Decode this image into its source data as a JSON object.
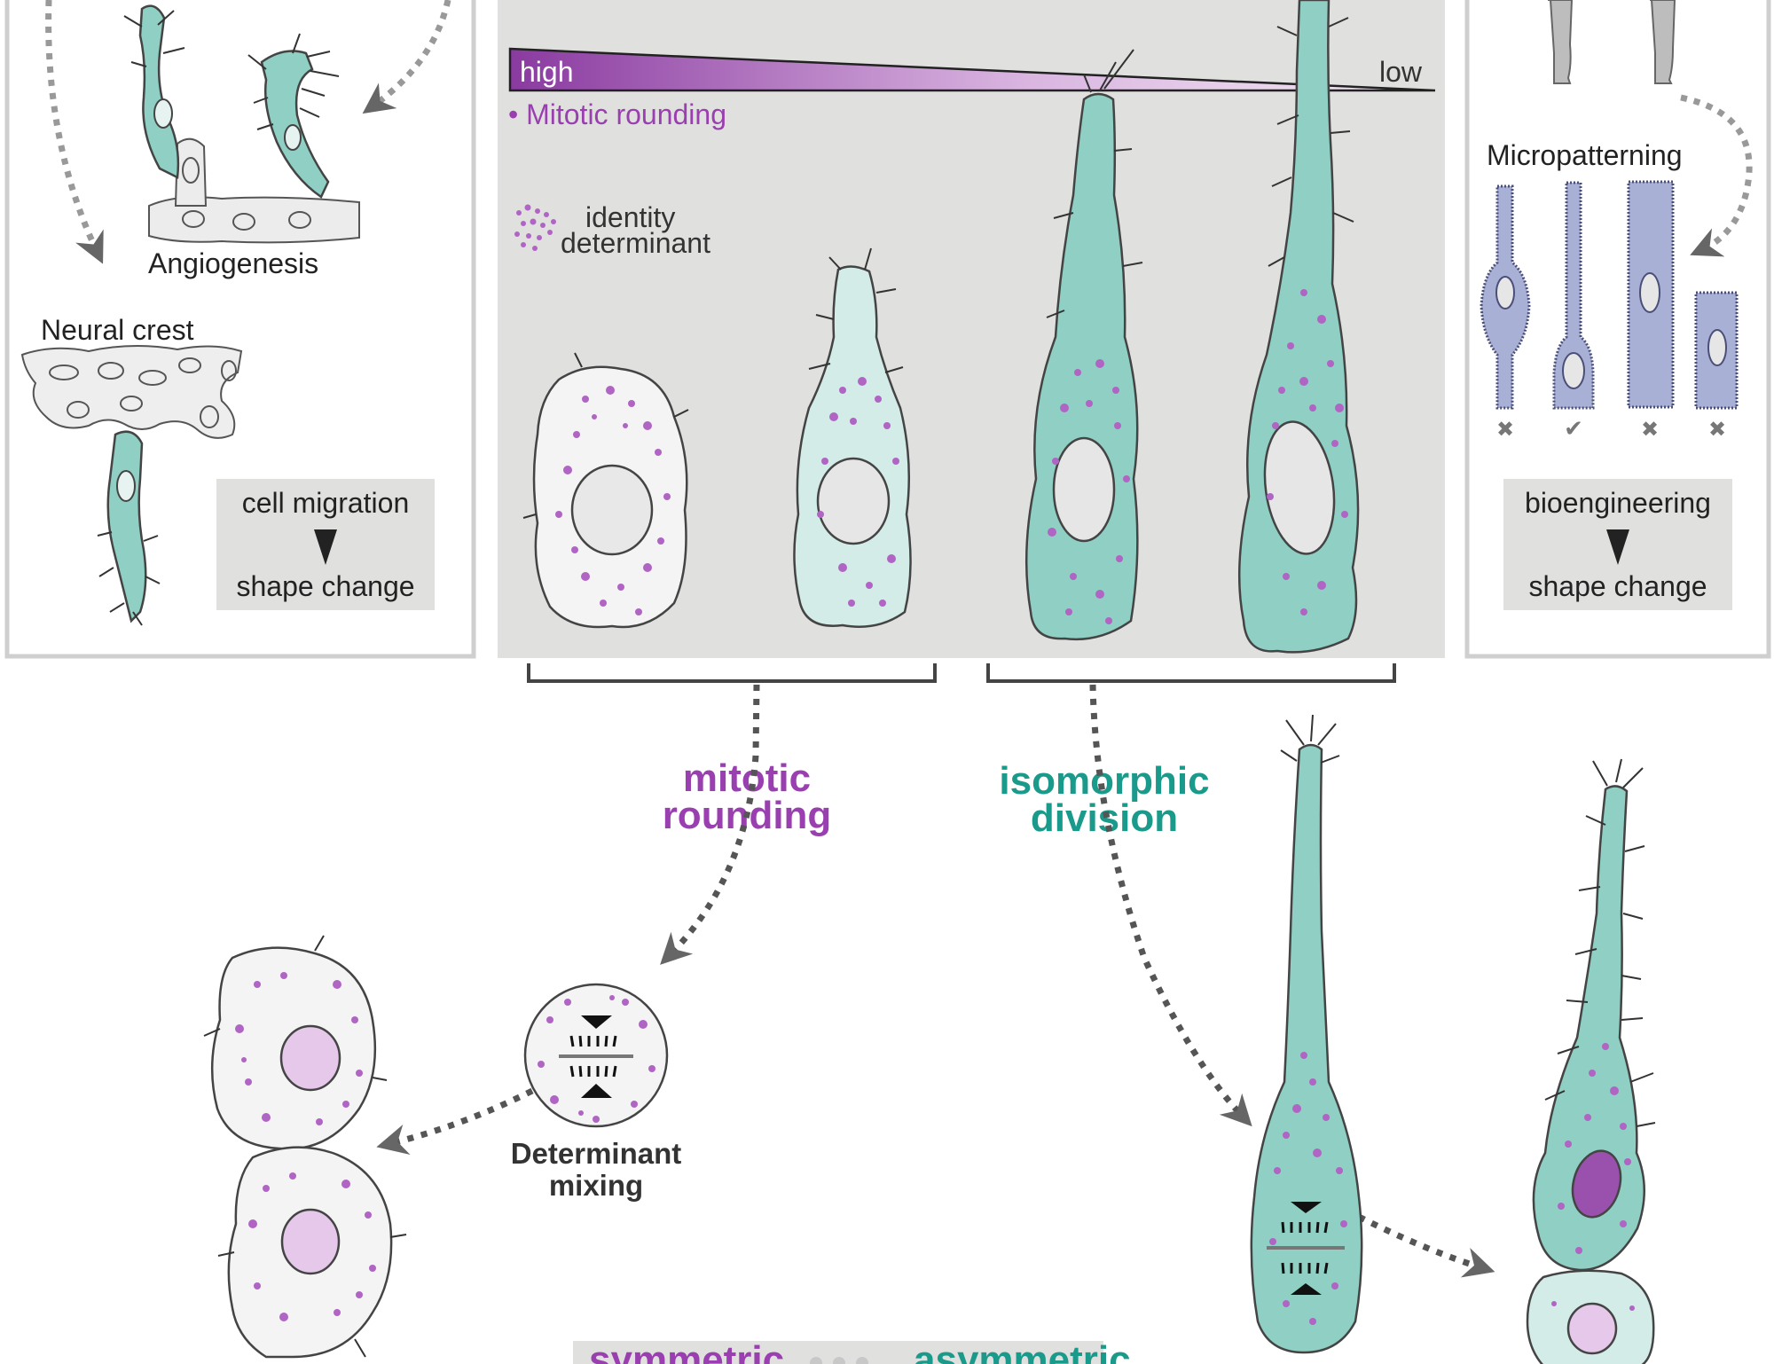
{
  "colors": {
    "teal": "#1a9a8a",
    "purple": "#9a3fb0",
    "cell_teal": "#8fcfc4",
    "cell_light_teal": "#d3ece8",
    "cell_white": "#f4f4f4",
    "panel_gray": "#e0e0df",
    "lavender": "#a9b0d6",
    "gradient_high": "#8a3aa0"
  },
  "left_panel": {
    "angiogenesis_label": "Angiogenesis",
    "neural_crest_label": "Neural crest",
    "box_top": "cell migration",
    "box_bottom": "shape change"
  },
  "center_panel": {
    "gradient_high": "high",
    "gradient_low": "low",
    "legend_mitotic_rounding": "• Mitotic rounding",
    "legend_identity_line1": "identity",
    "legend_identity_line2": "determinant"
  },
  "right_panel": {
    "micropatterning_label": "Micropatterning",
    "marks": [
      "✖",
      "✔",
      "✖",
      "✖"
    ],
    "box_top": "bioengineering",
    "box_bottom": "shape change"
  },
  "lower": {
    "mitotic_line1": "mitotic",
    "mitotic_line2": "rounding",
    "isomorphic_line1": "isomorphic",
    "isomorphic_line2": "division",
    "determinant_line1": "Determinant",
    "determinant_line2": "mixing",
    "symmetric_label": "symmetric",
    "asymmetric_label": "asymmetric"
  }
}
